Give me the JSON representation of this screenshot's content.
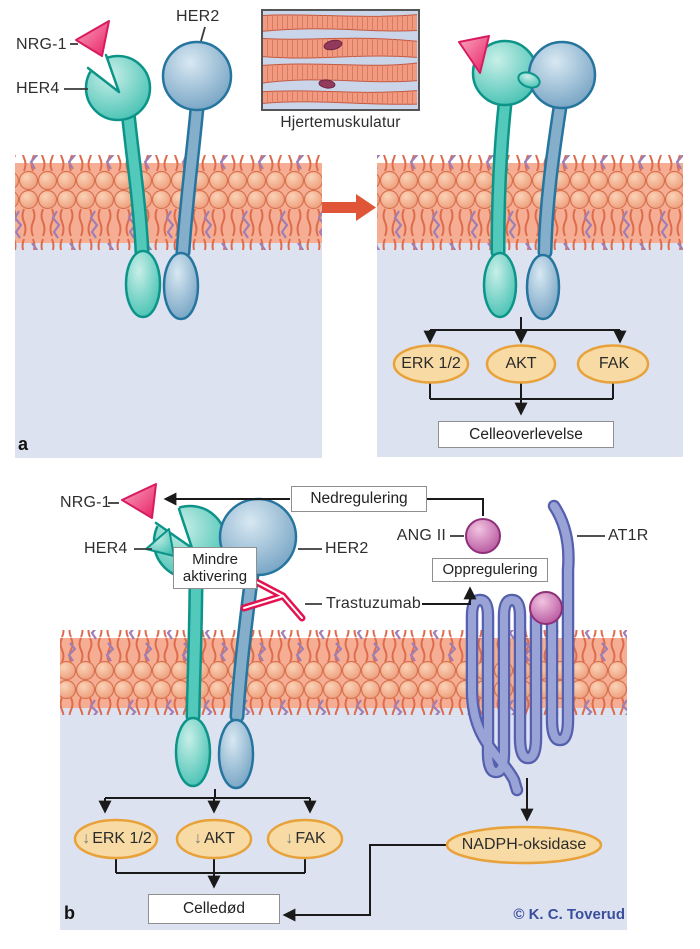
{
  "colors": {
    "cytoplasm": "#dde2f1",
    "membrane_band": "#f5ae94",
    "lipid_head": "#eda07e",
    "lipid_tail": "#dd6b4c",
    "zigzag_purple": "#9f7eb5",
    "her4_teal": "#4ec4b4",
    "her4_border": "#0d9488",
    "her2_blue": "#85aecb",
    "her2_border": "#25759e",
    "nrg1_pink": "#ee4d7e",
    "oval_fill": "#f8dba4",
    "oval_border": "#e8a23b",
    "panel_arrow": "#e05538",
    "antibody_red": "#e3134f",
    "ang_ball": "#b3509b",
    "at1r_fill": "#9aa3d6",
    "at1r_border": "#5560ae",
    "connector_black": "#1a1a1a",
    "credit_blue": "#3a4e9e"
  },
  "panel_a": {
    "panel_label": "a",
    "nrg1_label": "NRG-1",
    "her4_label": "HER4",
    "her2_label": "HER2",
    "inset_caption": "Hjertemuskulatur",
    "ovals": [
      "ERK 1/2",
      "AKT",
      "FAK"
    ],
    "outcome_label": "Celleoverlevelse"
  },
  "panel_b": {
    "panel_label": "b",
    "nrg1_label": "NRG-1",
    "her4_label": "HER4",
    "her2_label": "HER2",
    "nedregulering_label": "Nedregulering",
    "mindre_line1": "Mindre",
    "mindre_line2": "aktivering",
    "trastuzumab_label": "Trastuzumab",
    "angii_label": "ANG II",
    "oppregulering_label": "Oppregulering",
    "at1r_label": "AT1R",
    "ovals": [
      {
        "arrow": "↓",
        "label": "ERK 1/2"
      },
      {
        "arrow": "↓",
        "label": "AKT"
      },
      {
        "arrow": "↓",
        "label": "FAK"
      }
    ],
    "nadph_label": "NADPH-oksidase",
    "outcome_label": "Celledød",
    "credit": "© K. C. Toverud"
  }
}
